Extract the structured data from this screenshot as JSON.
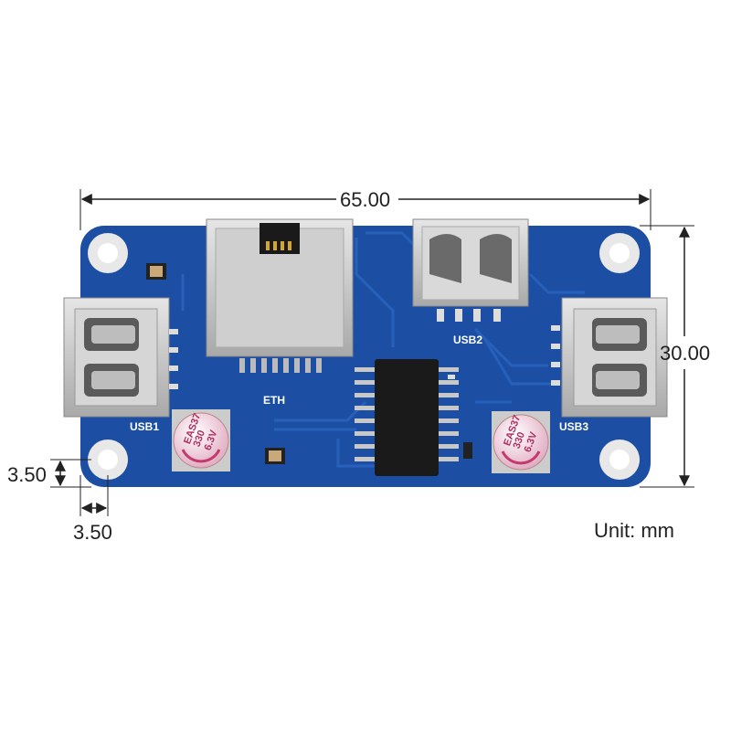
{
  "dimensions": {
    "width": "65.00",
    "height": "30.00",
    "hole_offset_y": "3.50",
    "hole_offset_x": "3.50",
    "unit_label": "Unit: mm"
  },
  "silkscreen": {
    "usb1": "USB1",
    "usb2": "USB2",
    "usb3": "USB3",
    "eth": "ETH"
  },
  "capacitors": [
    {
      "line1": "EAS37",
      "line2": "330",
      "line3": "6.3V"
    },
    {
      "line1": "EAS37",
      "line2": "330",
      "line3": "6.3V"
    }
  ],
  "colors": {
    "pcb": "#1c4fa3",
    "pcb_dark": "#16408a",
    "silver": "#c8c8c8",
    "chip": "#1a1a1a",
    "cap_pink": "#f2c7d6"
  }
}
